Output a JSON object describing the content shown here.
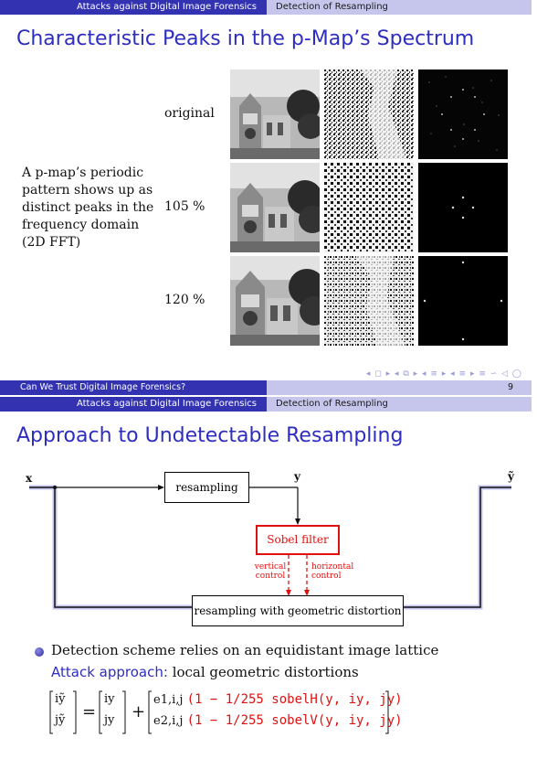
{
  "slide1": {
    "header": {
      "left": "Attacks against Digital Image Forensics",
      "right": "Detection of Resampling"
    },
    "title": "Characteristic Peaks in the p-Map’s Spectrum",
    "row_labels": [
      "original",
      "105 %",
      "120 %"
    ],
    "description": "A p-map’s periodic pattern shows up as distinct peaks in the frequency domain (2D FFT)",
    "footer": {
      "left": "Can We Trust Digital Image Forensics?",
      "page": "9"
    },
    "nav": "◂ ◻ ▸ ◂ ⧉ ▸ ◂ ≡ ▸ ◂ ≡ ▸ ≡ ∽ ◁ ◯"
  },
  "slide2": {
    "header": {
      "left": "Attacks against Digital Image Forensics",
      "right": "Detection of Resampling"
    },
    "title": "Approach to Undetectable Resampling",
    "diagram": {
      "input": "x",
      "resampling": "resampling",
      "intermediate": "y",
      "sobel": "Sobel filter",
      "vertical_control": "vertical control",
      "horizontal_control": "horizontal control",
      "geometric": "resampling with geometric distortion",
      "output": "ỹ"
    },
    "bullet": "Detection scheme relies on an equidistant image lattice",
    "attack_label": "Attack approach:",
    "attack_text": "local geometric distortions",
    "equation": {
      "lhs_top": "iỹ",
      "lhs_bottom": "jỹ",
      "rhs1_top": "iy",
      "rhs1_bottom": "jy",
      "e_top": "e1,i,j",
      "e_bottom": "e2,i,j",
      "red_top": "(1 − 1/255 sobelH(y, iy, jy)",
      "red_bottom": "(1 − 1/255 sobelV(y, iy, jy)"
    }
  },
  "colors": {
    "accent": "#3333b2",
    "accent_light": "#c6c6ec",
    "title": "#2d2dc0",
    "sobel": "#e01010"
  }
}
